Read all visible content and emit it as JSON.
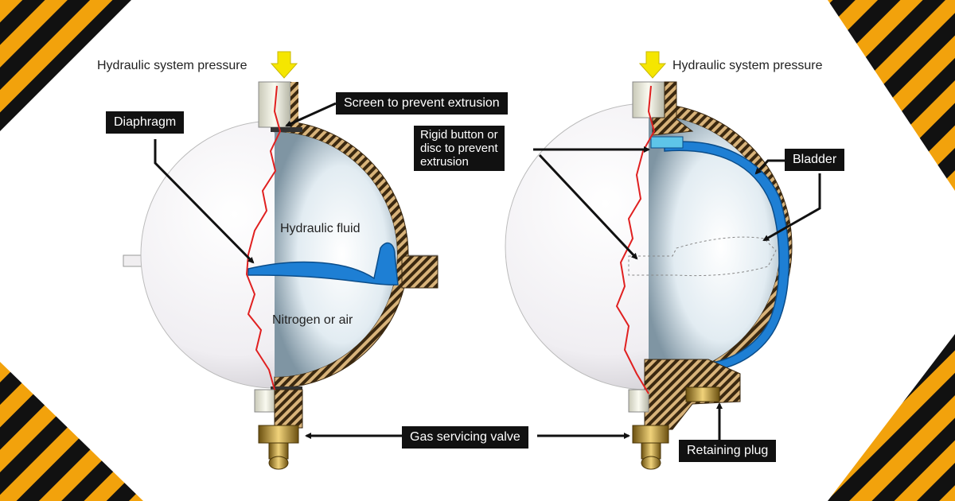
{
  "left_diagram": {
    "pressure_label": "Hydraulic system pressure",
    "screen_label": "Screen to prevent extrusion",
    "diaphragm_label": "Diaphragm",
    "fluid_label": "Hydraulic fluid",
    "gas_label": "Nitrogen or air"
  },
  "right_diagram": {
    "pressure_label": "Hydraulic system pressure",
    "button_label_line1": "Rigid button or",
    "button_label_line2": "disc to prevent",
    "button_label_line3": "extrusion",
    "bladder_label": "Bladder",
    "plug_label": "Retaining plug"
  },
  "shared": {
    "valve_label": "Gas servicing valve"
  },
  "colors": {
    "stripe_yellow": "#f2a20c",
    "stripe_black": "#111111",
    "arrow_yellow": "#f5e600",
    "cut_red": "#e02020",
    "diaphragm_blue": "#1e7fd4",
    "shell_brown": "#6b4a1e",
    "label_box": "#111111"
  }
}
